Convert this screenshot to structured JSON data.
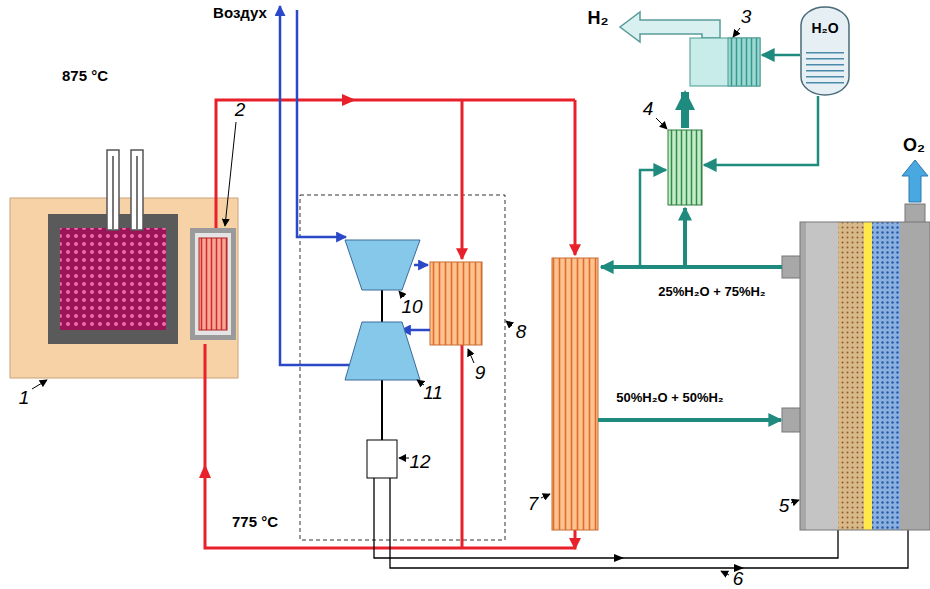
{
  "diagram": {
    "nodes": [
      {
        "text": [
          "H₂O"
        ]
      }
    ],
    "labels": [
      "Воздух",
      "875 °C",
      "775 °C",
      "H₂",
      "O₂",
      "25%H₂O + 75%H₂",
      "50%H₂O + 50%H₂",
      "1",
      "2",
      "3",
      "4",
      "5",
      "6",
      "7",
      "8",
      "9",
      "10",
      "11",
      "12"
    ]
  }
}
